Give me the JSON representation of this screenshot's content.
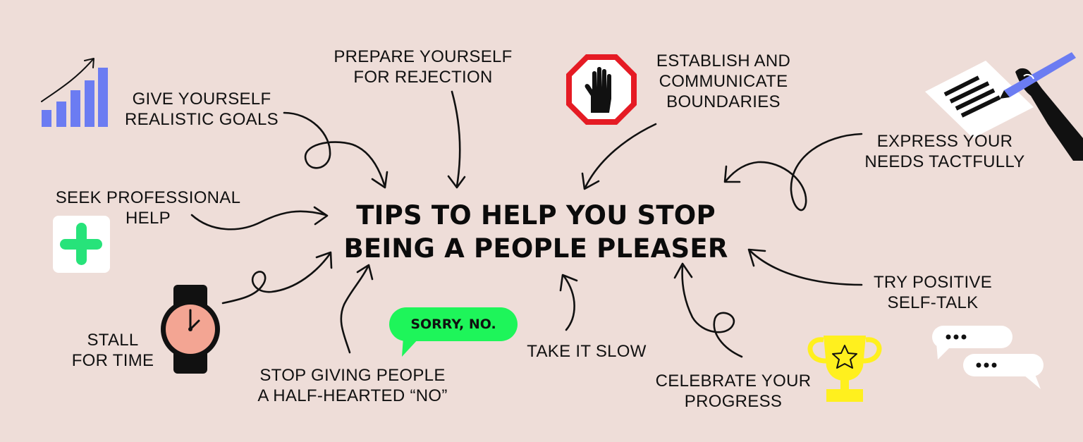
{
  "title": {
    "line1": "TIPS TO HELP YOU STOP",
    "line2": "BEING A PEOPLE PLEASER"
  },
  "tips": {
    "realistic_goals": {
      "line1": "GIVE YOURSELF",
      "line2": "REALISTIC GOALS"
    },
    "rejection": {
      "line1": "PREPARE YOURSELF",
      "line2": "FOR REJECTION"
    },
    "boundaries": {
      "line1": "ESTABLISH AND",
      "line2": "COMMUNICATE",
      "line3": "BOUNDARIES"
    },
    "needs": {
      "line1": "EXPRESS YOUR",
      "line2": "NEEDS TACTFULLY"
    },
    "professional": {
      "line1": "SEEK PROFESSIONAL",
      "line2": "HELP"
    },
    "stall": {
      "line1": "STALL",
      "line2": "FOR TIME"
    },
    "half_hearted": {
      "line1": "STOP GIVING PEOPLE",
      "line2": "A HALF-HEARTED “NO”"
    },
    "slow": {
      "line1": "TAKE IT SLOW"
    },
    "celebrate": {
      "line1": "CELEBRATE YOUR",
      "line2": "PROGRESS"
    },
    "self_talk": {
      "line1": "TRY POSITIVE",
      "line2": "SELF-TALK"
    }
  },
  "speech_bubble": {
    "text": "SORRY, NO."
  },
  "icons": {
    "growth_chart": "bar-chart-growth-icon",
    "stop_sign": "stop-hand-icon",
    "document": "writing-document-icon",
    "medical_plus": "medical-plus-icon",
    "watch": "watch-icon",
    "trophy": "trophy-icon",
    "chat_bubbles": "chat-bubbles-icon"
  },
  "colors": {
    "background": "#eeddd8",
    "text": "#111111",
    "chart_blue": "#6b7cf2",
    "stop_red": "#e51b24",
    "plus_green": "#27e37a",
    "bubble_green": "#1ef55a",
    "watch_face": "#f3a593",
    "trophy_yellow": "#fff01e"
  }
}
